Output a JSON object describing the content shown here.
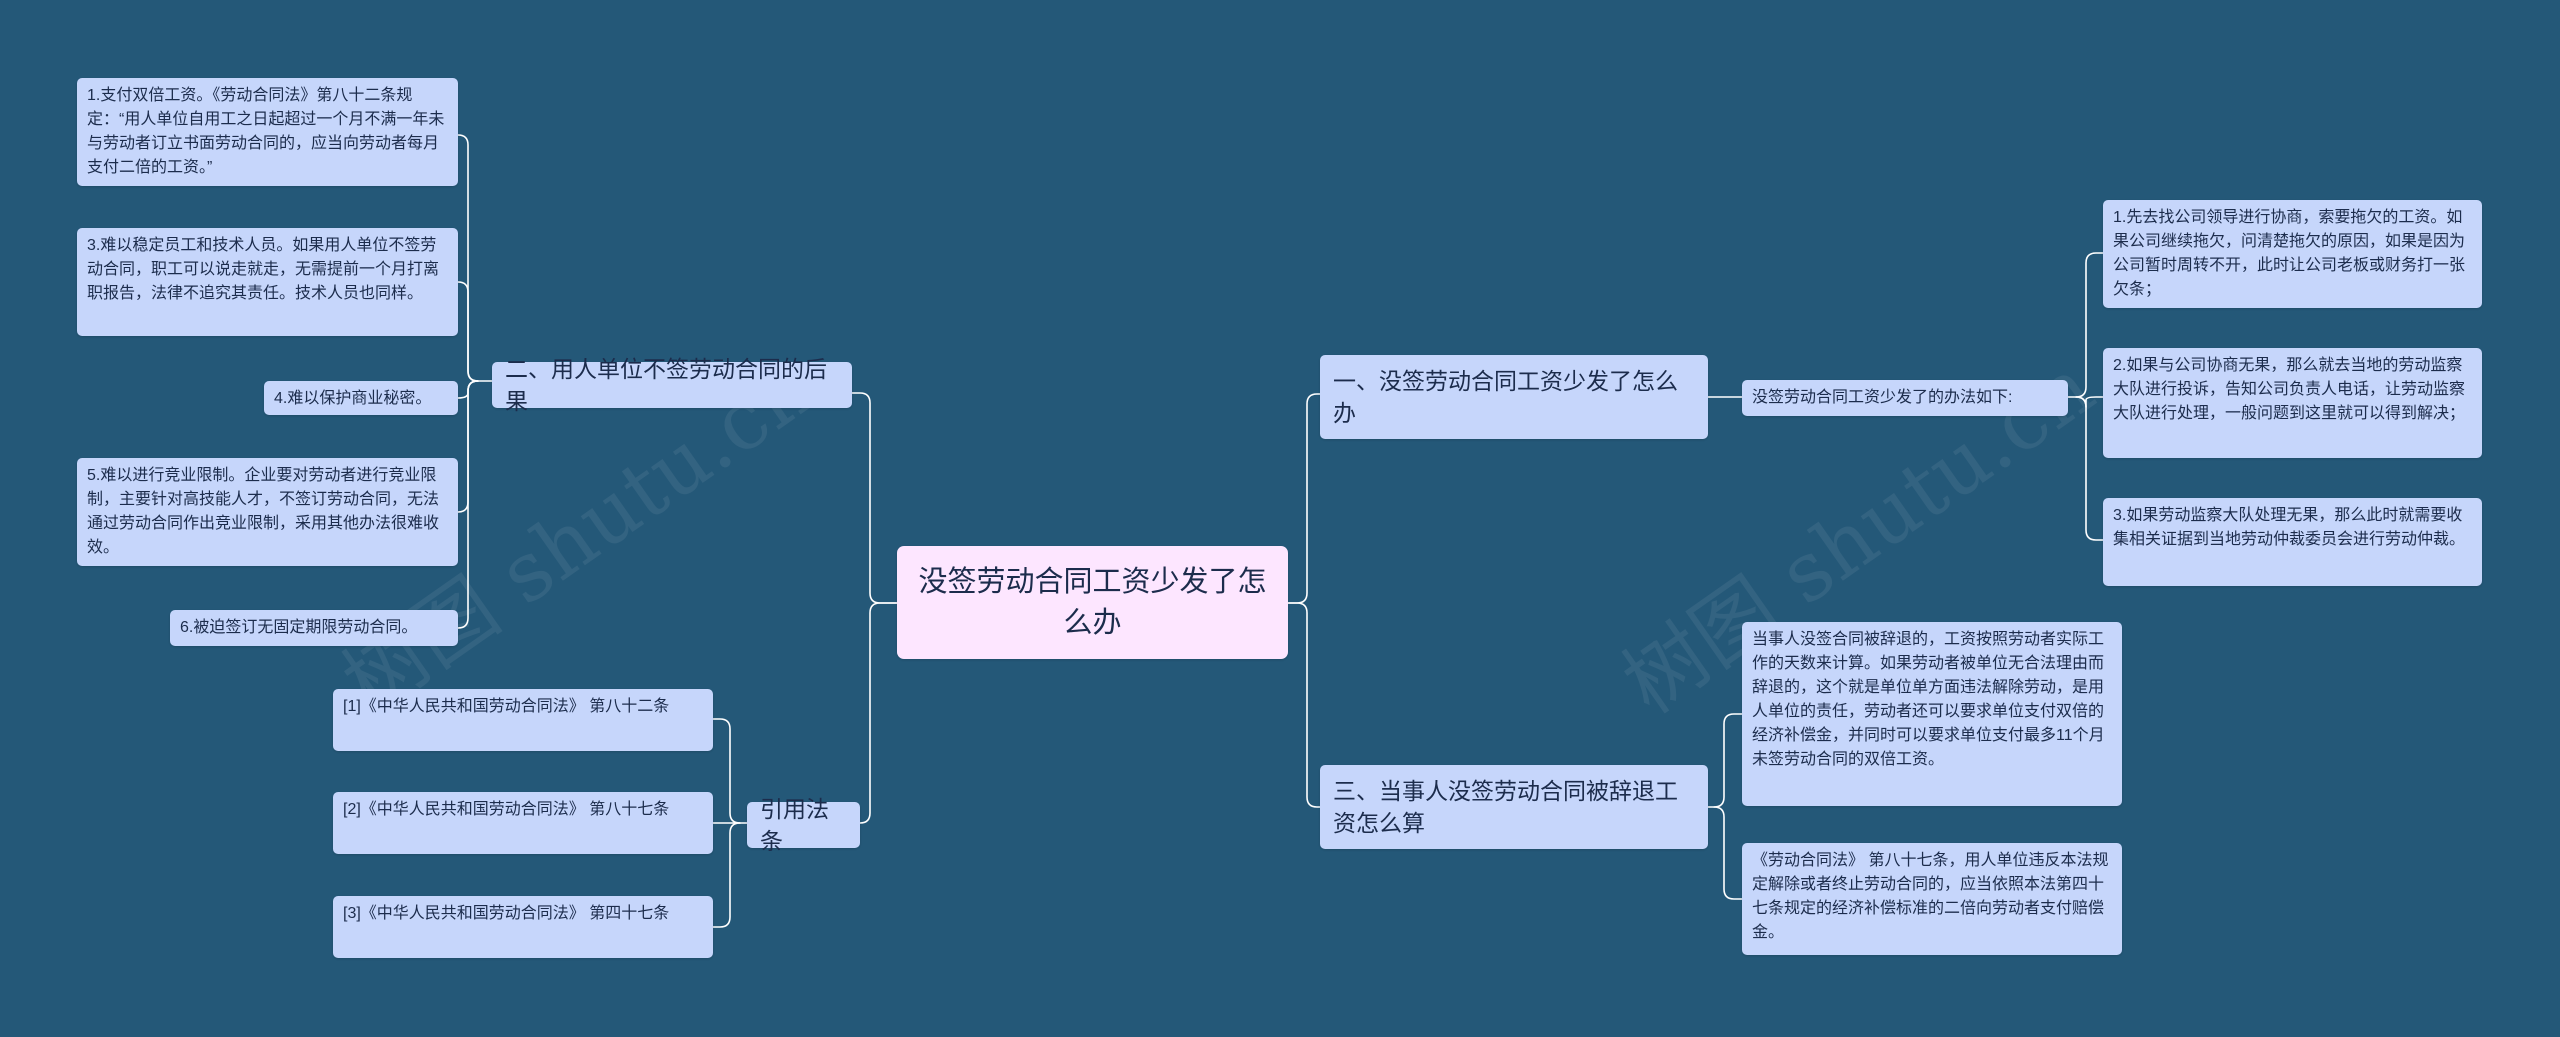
{
  "root": {
    "label": "没签劳动合同工资少发了怎么办"
  },
  "watermark": {
    "text": "树图 shutu.cn"
  },
  "branches": {
    "b1": {
      "label": "一、没签劳动合同工资少发了怎么办",
      "mid": "没签劳动合同工资少发了的办法如下:",
      "items": [
        "1.先去找公司领导进行协商，索要拖欠的工资。如果公司继续拖欠，问清楚拖欠的原因，如果是因为公司暂时周转不开，此时让公司老板或财务打一张欠条；",
        "2.如果与公司协商无果，那么就去当地的劳动监察大队进行投诉，告知公司负责人电话，让劳动监察大队进行处理，一般问题到这里就可以得到解决；",
        "3.如果劳动监察大队处理无果，那么此时就需要收集相关证据到当地劳动仲裁委员会进行劳动仲裁。"
      ]
    },
    "b2": {
      "label": "二、用人单位不签劳动合同的后果",
      "items": [
        "1.支付双倍工资。《劳动合同法》第八十二条规定：“用人单位自用工之日起超过一个月不满一年未与劳动者订立书面劳动合同的，应当向劳动者每月支付二倍的工资。”",
        "3.难以稳定员工和技术人员。如果用人单位不签劳动合同，职工可以说走就走，无需提前一个月打离职报告，法律不追究其责任。技术人员也同样。",
        "4.难以保护商业秘密。",
        "5.难以进行竞业限制。企业要对劳动者进行竞业限制，主要针对高技能人才，不签订劳动合同，无法通过劳动合同作出竞业限制，采用其他办法很难收效。",
        "6.被迫签订无固定期限劳动合同。"
      ]
    },
    "b3": {
      "label": "三、当事人没签劳动合同被辞退工资怎么算",
      "items": [
        "当事人没签合同被辞退的，工资按照劳动者实际工作的天数来计算。如果劳动者被单位无合法理由而辞退的，这个就是单位单方面违法解除劳动，是用人单位的责任，劳动者还可以要求单位支付双倍的经济补偿金，并同时可以要求单位支付最多11个月未签劳动合同的双倍工资。",
        "《劳动合同法》 第八十七条，用人单位违反本法规定解除或者终止劳动合同的，应当依照本法第四十七条规定的经济补偿标准的二倍向劳动者支付赔偿金。"
      ]
    },
    "b4": {
      "label": "引用法条",
      "items": [
        "[1]《中华人民共和国劳动合同法》 第八十二条",
        "[2]《中华人民共和国劳动合同法》 第八十七条",
        "[3]《中华人民共和国劳动合同法》 第四十七条"
      ]
    }
  }
}
